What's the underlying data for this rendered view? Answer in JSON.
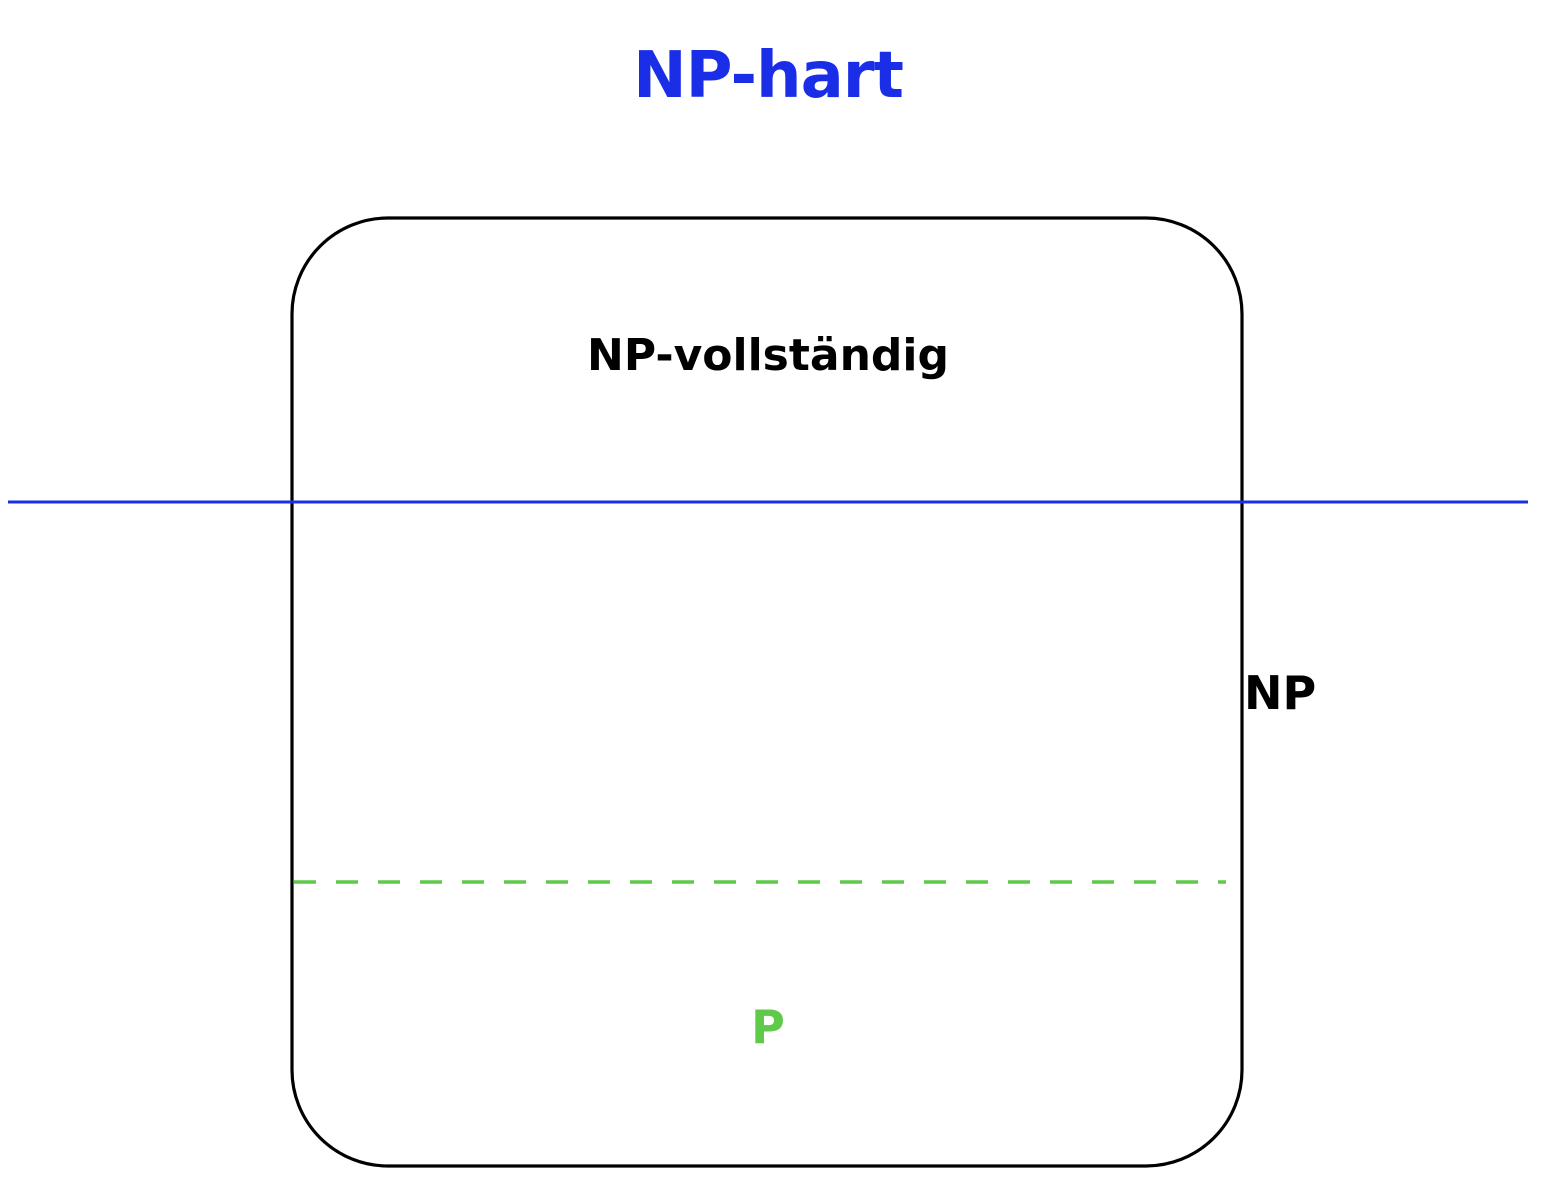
{
  "labels": {
    "np_hard": "NP-hart",
    "np_complete": "NP-vollständig",
    "np": "NP",
    "p": "P"
  },
  "colors": {
    "np_hard": "#1a2ee8",
    "np_hard_line": "#1a2ee8",
    "np_complete": "#000000",
    "np": "#000000",
    "np_box": "#000000",
    "p": "#5fc94a",
    "p_line": "#5fc94a"
  }
}
